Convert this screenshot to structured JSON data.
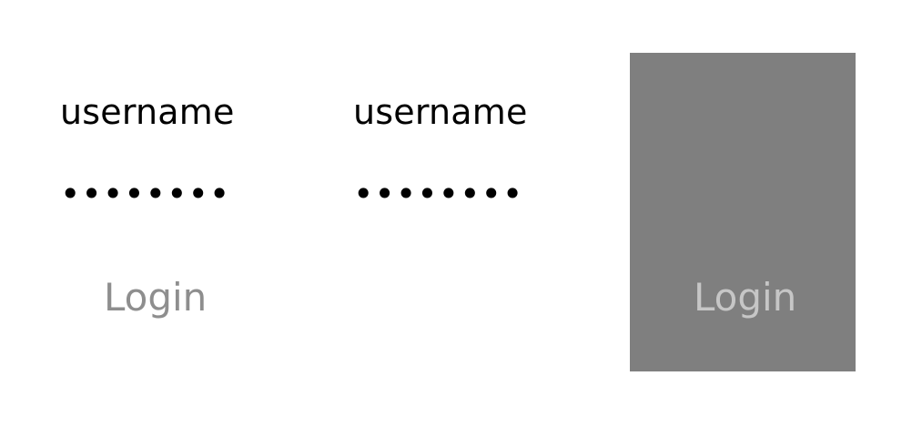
{
  "form_left": {
    "username_value": "username",
    "password_value": "••••••••",
    "login_label": "Login"
  },
  "form_middle": {
    "username_value": "username",
    "password_value": "••••••••"
  },
  "form_right": {
    "login_label": "Login"
  },
  "colors": {
    "text": "#000000",
    "login_text": "#8e8e8e",
    "panel_bg": "#7f7f7f",
    "login_text_on_panel": "#c6c6c6"
  }
}
